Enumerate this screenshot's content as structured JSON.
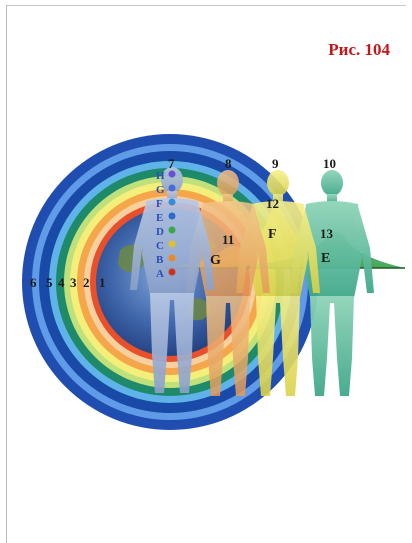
{
  "figure": {
    "caption": "Рис. 104",
    "ring_numbers": [
      "6",
      "5",
      "4",
      "3",
      "2",
      "1"
    ],
    "body_numbers": [
      "7",
      "8",
      "9",
      "10"
    ],
    "field_numbers": [
      "11",
      "12",
      "13"
    ],
    "field_letters": [
      "G",
      "F",
      "E"
    ],
    "chakra_letters": [
      "H",
      "G",
      "F",
      "E",
      "D",
      "C",
      "B",
      "A"
    ]
  }
}
